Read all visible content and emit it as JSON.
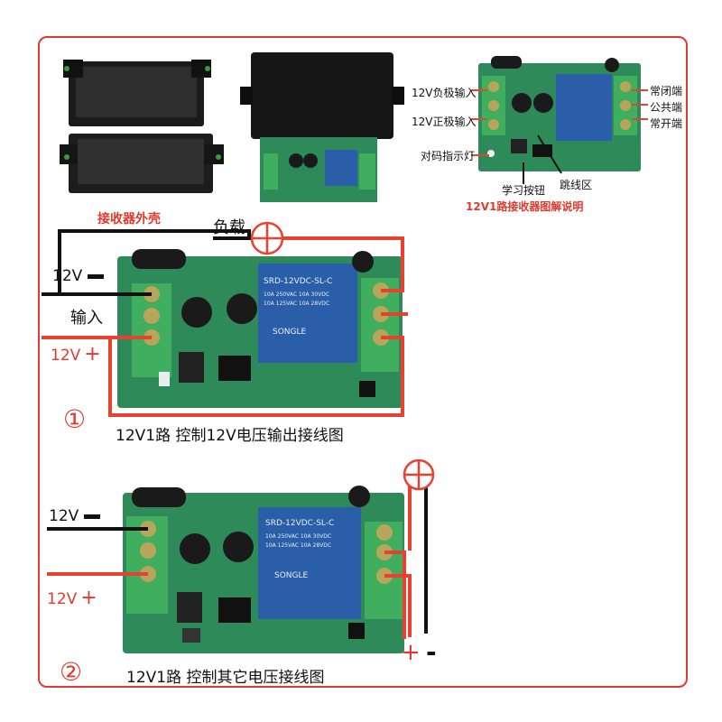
{
  "top": {
    "case_caption": "接收器外壳",
    "diagram_caption": "12V1路接收器图解说明",
    "left_labels": {
      "neg_input": "12V负极输入",
      "pos_input": "12V正极输入",
      "pairing_led": "对码指示灯"
    },
    "right_labels": {
      "nc": "常闭端",
      "com": "公共端",
      "no": "常开端"
    },
    "bottom_labels": {
      "learn_button": "学习按钮",
      "jumper": "跳线区"
    }
  },
  "relay_text": {
    "model": "SRD-12VDC-SL-C",
    "rating1": "10A 250VAC  10A 30VDC",
    "rating2": "10A 125VAC  10A 28VDC",
    "brand": "SONGLE"
  },
  "d1": {
    "load": "负载",
    "neg_label": "12V",
    "input": "输入",
    "pos_label": "12V",
    "pos_sign": "+",
    "number": "①",
    "caption": "12V1路 控制12V电压输出接线图"
  },
  "d2": {
    "neg_label": "12V",
    "pos_label": "12V",
    "pos_sign": "+",
    "out_plus": "+",
    "out_minus": "-",
    "number": "②",
    "caption": "12V1路 控制其它电压接线图"
  },
  "colors": {
    "frame": "#e2383a",
    "wire_red": "#e8412f",
    "wire_black": "#111111",
    "pcb": "#2f8a5a",
    "relay": "#2a5ea8",
    "terminal": "#3fae5e"
  }
}
